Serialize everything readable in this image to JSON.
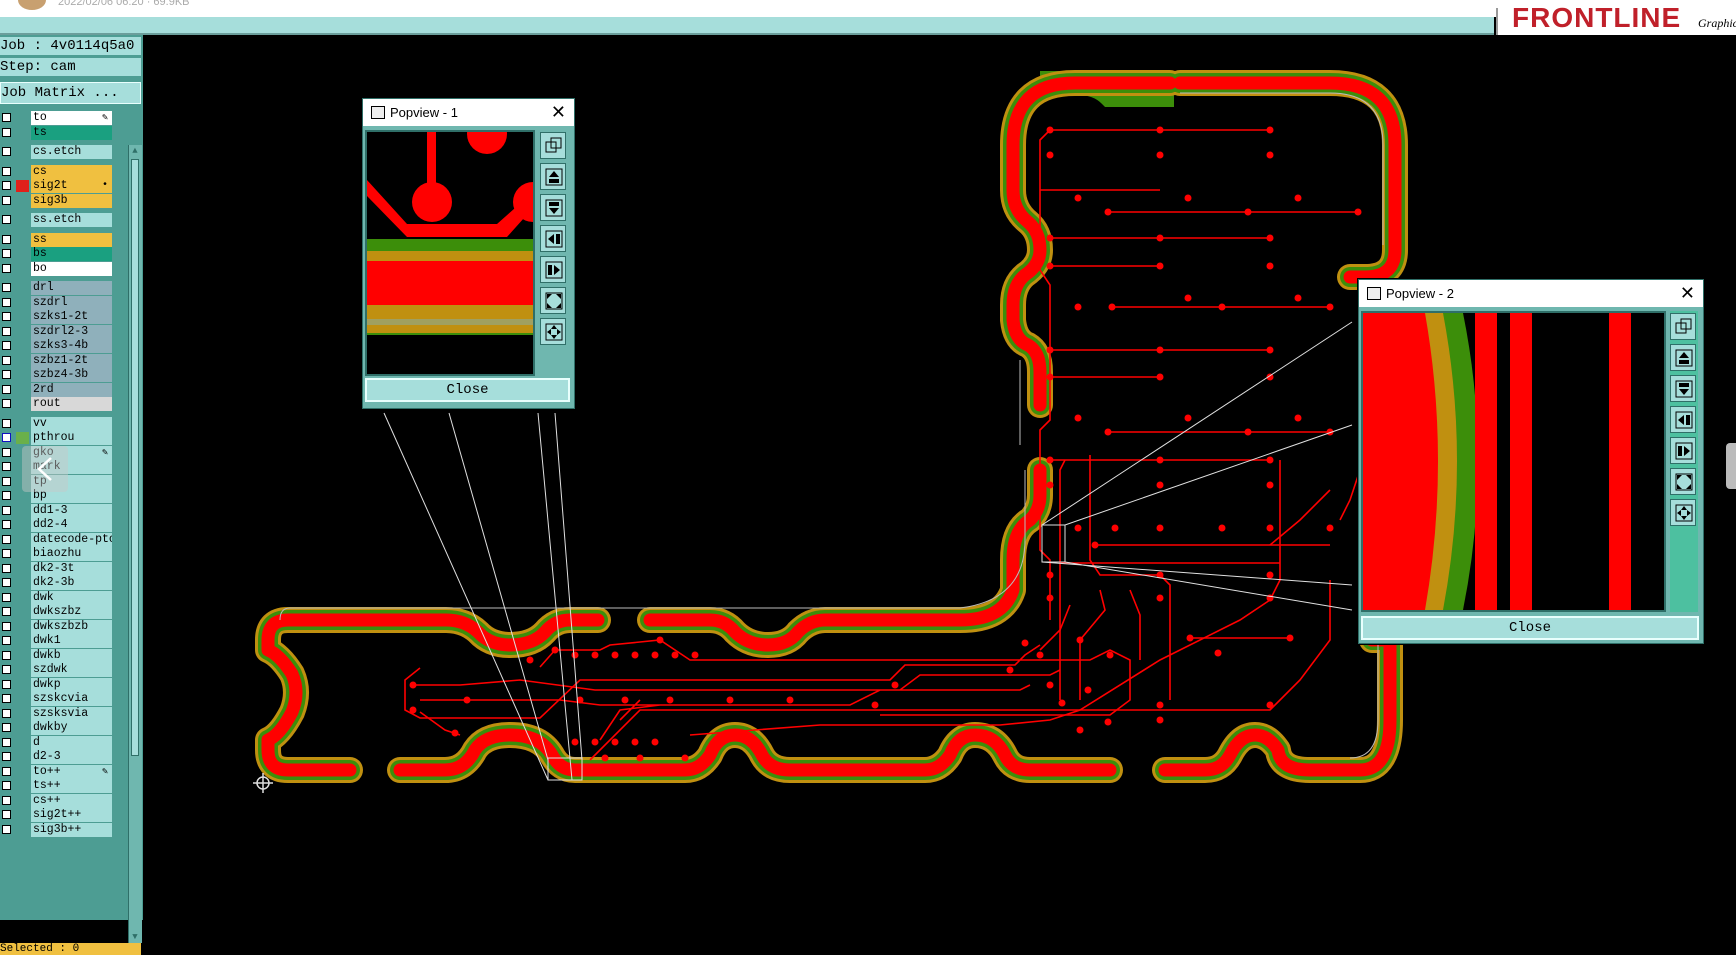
{
  "header": {
    "meta": "2022/02/06 06:20 · 69.9KB",
    "logo_text": "FRONTLINE",
    "logo_sub": "Graphic"
  },
  "job": {
    "job_line": "Job : 4v0114q5a0",
    "step_line": "Step: cam",
    "matrix_button": "Job Matrix ..."
  },
  "layers": [
    {
      "name": "to",
      "color": "#ffffff",
      "mark": "pencil"
    },
    {
      "name": "ts",
      "color": "#1aa080"
    },
    {
      "name": "cs.etch",
      "color": "#a6dedb",
      "group_gap": true
    },
    {
      "name": "cs",
      "color": "#f0c040",
      "group_gap": true
    },
    {
      "name": "sig2t",
      "color": "#f0c040",
      "active": "#e0201a",
      "mark": "dot"
    },
    {
      "name": "sig3b",
      "color": "#f0c040"
    },
    {
      "name": "ss.etch",
      "color": "#a6dedb",
      "group_gap": true
    },
    {
      "name": "ss",
      "color": "#f0c040",
      "group_gap": true
    },
    {
      "name": "bs",
      "color": "#1aa080"
    },
    {
      "name": "bo",
      "color": "#ffffff"
    },
    {
      "name": "drl",
      "color": "#8fb0bb",
      "group_gap": true
    },
    {
      "name": "szdrl",
      "color": "#8fb0bb"
    },
    {
      "name": "szks1-2t",
      "color": "#8fb0bb"
    },
    {
      "name": "szdrl2-3",
      "color": "#8fb0bb"
    },
    {
      "name": "szks3-4b",
      "color": "#8fb0bb"
    },
    {
      "name": "szbz1-2t",
      "color": "#8fb0bb"
    },
    {
      "name": "szbz4-3b",
      "color": "#8fb0bb"
    },
    {
      "name": "2rd",
      "color": "#8fb0bb"
    },
    {
      "name": "rout",
      "color": "#d8d8d8"
    },
    {
      "name": "vv",
      "color": "#a6dedb",
      "group_gap": true
    },
    {
      "name": "pthrou",
      "color": "#a6dedb",
      "active": "#6ab04a",
      "cb_blue": true
    },
    {
      "name": "gko",
      "color": "#a6dedb",
      "mark": "pencil"
    },
    {
      "name": "mark",
      "color": "#a6dedb"
    },
    {
      "name": "tp",
      "color": "#a6dedb"
    },
    {
      "name": "bp",
      "color": "#a6dedb"
    },
    {
      "name": "dd1-3",
      "color": "#a6dedb"
    },
    {
      "name": "dd2-4",
      "color": "#a6dedb"
    },
    {
      "name": "datecode-ptop",
      "color": "#a6dedb"
    },
    {
      "name": "biaozhu",
      "color": "#a6dedb"
    },
    {
      "name": "dk2-3t",
      "color": "#a6dedb"
    },
    {
      "name": "dk2-3b",
      "color": "#a6dedb"
    },
    {
      "name": "dwk",
      "color": "#a6dedb"
    },
    {
      "name": "dwkszbz",
      "color": "#a6dedb"
    },
    {
      "name": "dwkszbzb",
      "color": "#a6dedb"
    },
    {
      "name": "dwk1",
      "color": "#a6dedb"
    },
    {
      "name": "dwkb",
      "color": "#a6dedb"
    },
    {
      "name": "szdwk",
      "color": "#a6dedb"
    },
    {
      "name": "dwkp",
      "color": "#a6dedb"
    },
    {
      "name": "szskcvia",
      "color": "#a6dedb"
    },
    {
      "name": "szsksvia",
      "color": "#a6dedb"
    },
    {
      "name": "dwkby",
      "color": "#a6dedb"
    },
    {
      "name": "d",
      "color": "#a6dedb"
    },
    {
      "name": "d2-3",
      "color": "#a6dedb"
    },
    {
      "name": "to++",
      "color": "#a6dedb",
      "mark": "pencil"
    },
    {
      "name": "ts++",
      "color": "#a6dedb"
    },
    {
      "name": "cs++",
      "color": "#a6dedb"
    },
    {
      "name": "sig2t++",
      "color": "#a6dedb"
    },
    {
      "name": "sig3b++",
      "color": "#a6dedb"
    }
  ],
  "status": {
    "selected": "Selected : 0"
  },
  "popview1": {
    "title": "Popview - 1",
    "close_label": "Close"
  },
  "popview2": {
    "title": "Popview - 2",
    "close_label": "Close"
  },
  "colors": {
    "copper": "#ff0000",
    "outline_green": "#3c8e0a",
    "outline_gold": "#c09010",
    "panel": "#a6dedb",
    "panel_dark": "#4d9d93"
  }
}
